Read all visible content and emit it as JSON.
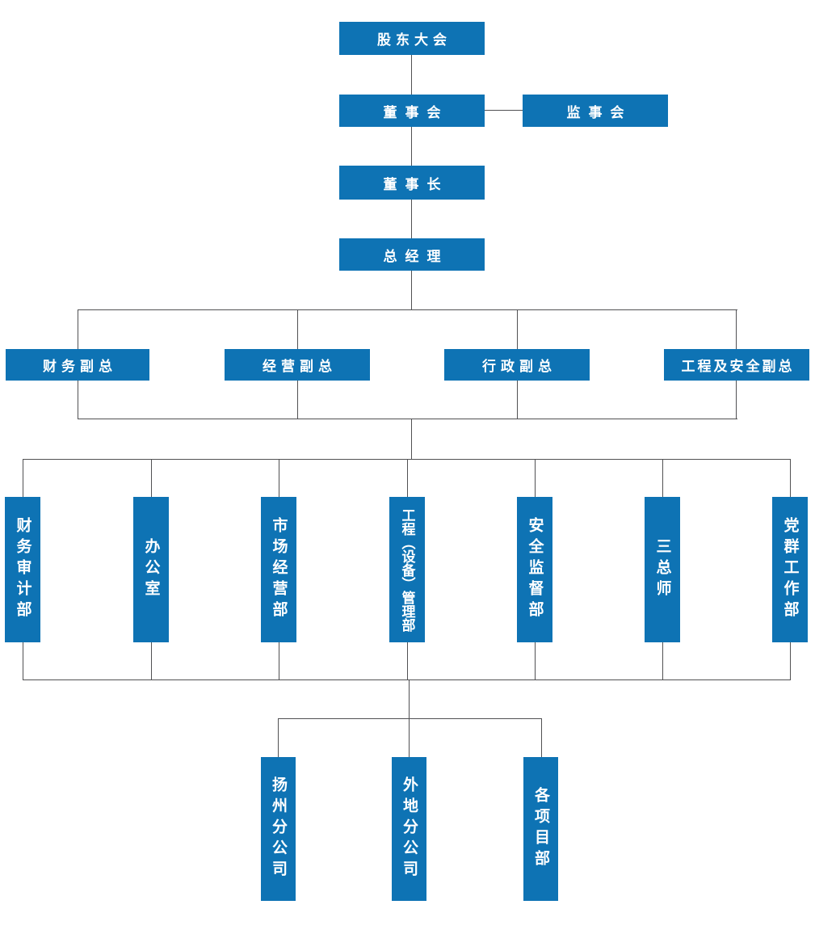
{
  "chart": {
    "type": "org-chart",
    "orientation": "top-down",
    "colors": {
      "node_fill": "#0e73b4",
      "node_text": "#ffffff",
      "connector": "#515153",
      "background": "#ffffff"
    },
    "hierarchy_note": "shareholders_meeting > board_of_directors (peer: supervisory_board) > chairman > general_manager > vice_presidents > departments > branches"
  },
  "nodes": {
    "shareholders_meeting": "股东大会",
    "board_of_directors": "董事会",
    "supervisory_board": "监事会",
    "chairman": "董事长",
    "general_manager": "总经理",
    "vice_presidents": [
      "财务副总",
      "经营副总",
      "行政副总",
      "工程及安全副总"
    ],
    "departments": [
      "财务审计部",
      "办公室",
      "市场经营部",
      "工程（设备）管理部",
      "安全监督部",
      "三总师",
      "党群工作部"
    ],
    "branches": [
      "扬州分公司",
      "外地分公司",
      "各项目部"
    ]
  }
}
